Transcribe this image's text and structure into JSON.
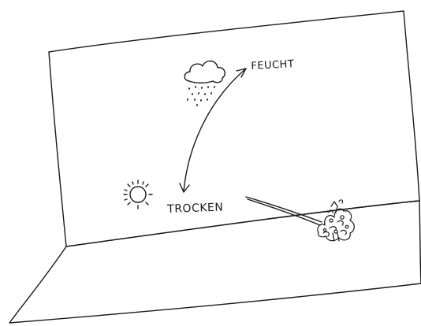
{
  "labels": {
    "wet": "FEUCHT",
    "dry": "TROCKEN"
  },
  "icons": {
    "wet": "rain-cloud-icon",
    "dry": "sun-icon",
    "relation": "double-headed-arrow",
    "plant": "scrub-bush"
  },
  "colors": {
    "ink": "#1a1a1a",
    "paper": "#ffffff"
  }
}
